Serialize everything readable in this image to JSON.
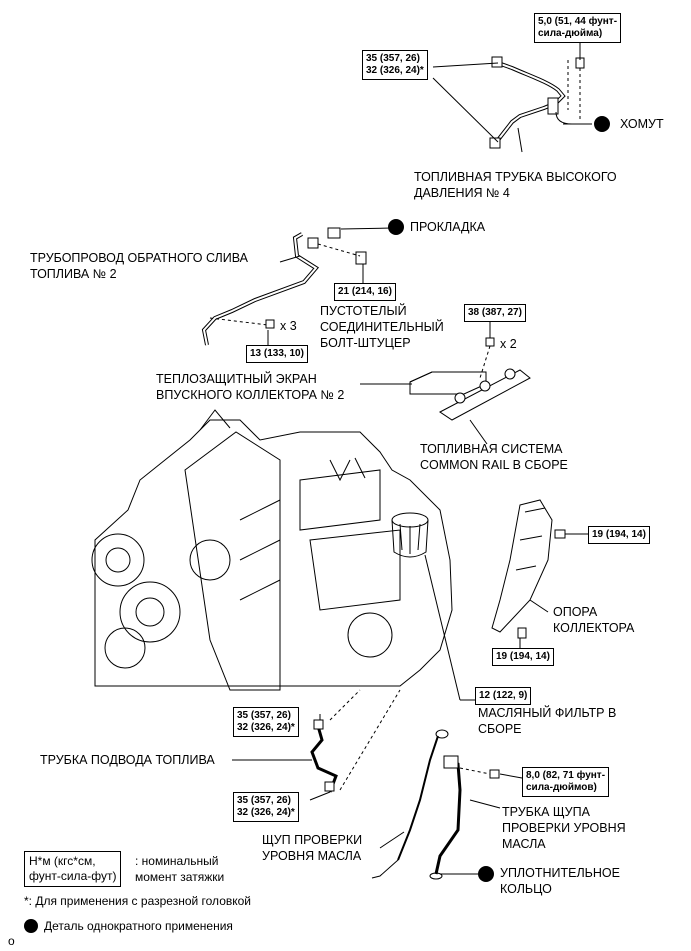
{
  "torques": {
    "t1": "5,0 (51, 44 фунт-\nсила-дюйма)",
    "t2": "35 (357, 26)\n32 (326, 24)*",
    "t3": "21 (214, 16)",
    "t4": "13 (133, 10)",
    "t5": "38 (387, 27)",
    "t6": "19 (194, 14)",
    "t7": "19 (194, 14)",
    "t8": "12 (122, 9)",
    "t9": "35 (357, 26)\n32 (326, 24)*",
    "t10": "35 (357, 26)\n32 (326, 24)*",
    "t11": "8,0 (82, 71 фунт-\nсила-дюймов)"
  },
  "labels": {
    "clamp": "ХОМУТ",
    "hp_pipe": "ТОПЛИВНАЯ ТРУБКА ВЫСОКОГО\nДАВЛЕНИЯ № 4",
    "gasket": "ПРОКЛАДКА",
    "return_pipe": "ТРУБОПРОВОД ОБРАТНОГО СЛИВА\nТОПЛИВА № 2",
    "union_bolt": "ПУСТОТЕЛЫЙ\nСОЕДИНИТЕЛЬНЫЙ\nБОЛТ-ШТУЦЕР",
    "x3": "x 3",
    "x2": "x 2",
    "heat_shield": "ТЕПЛОЗАЩИТНЫЙ ЭКРАН\nВПУСКНОГО КОЛЛЕКТОРА № 2",
    "common_rail": "ТОПЛИВНАЯ СИСТЕМА\nCOMMON RAIL В СБОРЕ",
    "manifold_stay": "ОПОРА\nКОЛЛЕКТОРА",
    "oil_filter": "МАСЛЯНЫЙ ФИЛЬТР В\nСБОРЕ",
    "fuel_inlet": "ТРУБКА ПОДВОДА ТОПЛИВА",
    "dipstick_guide": "ТРУБКА ЩУПА\nПРОВЕРКИ УРОВНЯ\nМАСЛА",
    "dipstick": "ЩУП ПРОВЕРКИ\nУРОВНЯ МАСЛА",
    "o_ring": "УПЛОТНИТЕЛЬНОЕ\nКОЛЬЦО"
  },
  "legend": {
    "unit": "Н*м (кгс*см,\nфунт-сила-фут)",
    "unit_desc": ": номинальный\nмомент затяжки",
    "note": "*: Для применения с разрезной головкой",
    "single_use": "Деталь однократного применения"
  },
  "corner_mark": "o"
}
